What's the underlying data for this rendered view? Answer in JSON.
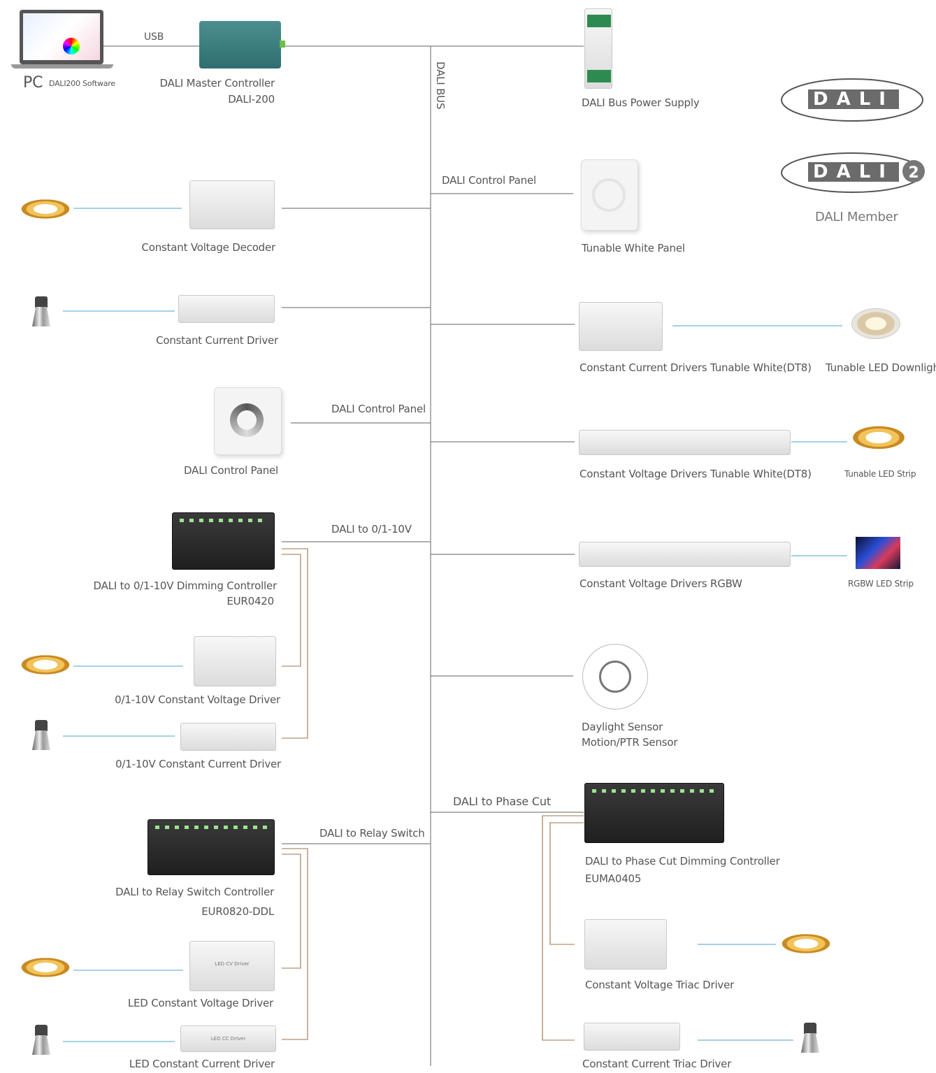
{
  "colors": {
    "bus_line": "#808080",
    "light_line": "#4aa3c8",
    "control_line": "#a0704a"
  },
  "pc": {
    "label": "PC",
    "software": "DALI200 Software"
  },
  "usb": "USB",
  "master": {
    "name": "DALI Master Controller",
    "model": "DALI-200"
  },
  "bus_label": "DALI BUS",
  "power_supply": "DALI Bus Power Supply",
  "member": "DALI Member",
  "left": {
    "cv_decoder": "Constant Voltage Decoder",
    "cc_driver": "Constant Current Driver",
    "control_panel_label": "DALI Control Panel",
    "control_panel": "DALI Control Panel",
    "dali_010v_label": "DALI to 0/1-10V",
    "dali_010v_ctrl": "DALI to 0/1-10V Dimming Controller",
    "dali_010v_model": "EUR0420",
    "cv_010v": "0/1-10V Constant Voltage Driver",
    "cc_010v": "0/1-10V Constant Current Driver",
    "relay_label": "DALI to Relay Switch",
    "relay_ctrl": "DALI to Relay Switch Controller",
    "relay_model": "EUR0820-DDL",
    "led_cv": "LED Constant Voltage Driver",
    "led_cc": "LED Constant Current  Driver"
  },
  "right": {
    "panel_label": "DALI Control Panel",
    "tw_panel": "Tunable White Panel",
    "cc_tw": "Constant Current Drivers  Tunable White(DT8)",
    "downlight": "Tunable LED Downlight",
    "cv_tw": "Constant Voltage Drivers Tunable White(DT8)",
    "tw_strip": "Tunable LED Strip",
    "cv_rgbw": "Constant Voltage Drivers RGBW",
    "rgbw_strip": "RGBW LED Strip",
    "sensor_1": "Daylight Sensor",
    "sensor_2": "Motion/PTR Sensor",
    "phase_label": "DALI to Phase Cut",
    "phase_ctrl": "DALI to Phase Cut  Dimming Controller",
    "phase_model": "EUMA0405",
    "cv_triac": "Constant Voltage Triac Driver",
    "cc_triac": "Constant Current Triac Driver"
  },
  "device_tags": {
    "led_cv": "LED CV Driver",
    "led_cc": "LED CC Driver"
  }
}
